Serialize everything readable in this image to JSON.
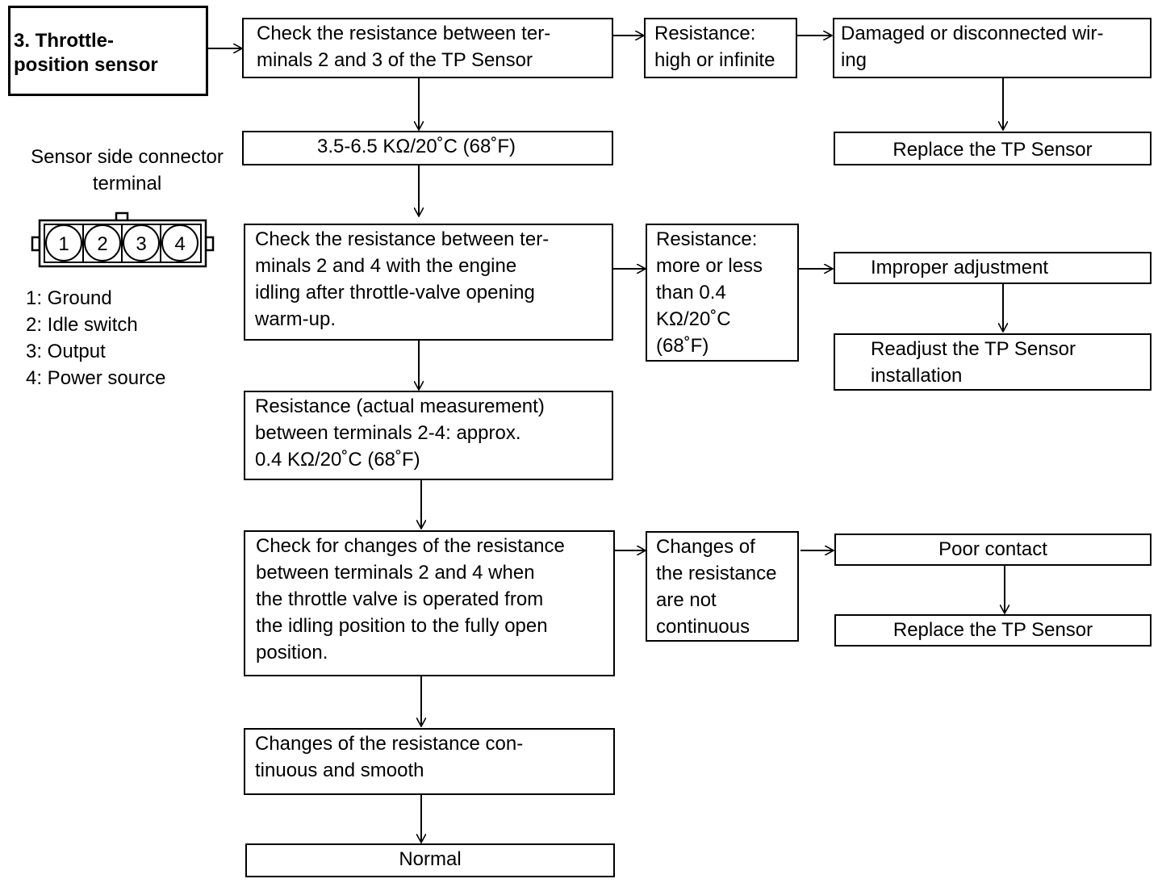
{
  "title": "3. Throttle-\nposition sensor",
  "connector": {
    "caption": "Sensor side connector\nterminal",
    "pins": [
      "1",
      "2",
      "3",
      "4"
    ],
    "legend": [
      "1: Ground",
      "2: Idle switch",
      "3: Output",
      "4: Power source"
    ]
  },
  "steps": {
    "check1": "Check the resistance between ter-\nminals 2 and 3 of the TP Sensor",
    "spec1": "3.5-6.5 KΩ/20˚C (68˚F)",
    "check2": "Check the resistance between ter-\nminals 2 and 4 with the engine\nidling after throttle-valve opening\nwarm-up.",
    "spec2": "Resistance (actual measurement)\nbetween terminals 2-4: approx.\n0.4 KΩ/20˚C (68˚F)",
    "check3": "Check for changes of the resistance\nbetween terminals 2 and 4 when\nthe throttle valve is operated from\nthe idling position to the fully open\nposition.",
    "ok3": "Changes of the resistance con-\ntinuous and smooth",
    "normal": "Normal"
  },
  "faults": {
    "cond1": "Resistance:\nhigh or infinite",
    "cause1": "Damaged or disconnected wir-\ning",
    "action1": "Replace the TP Sensor",
    "cond2": "Resistance:\nmore or less\nthan 0.4\nKΩ/20˚C\n(68˚F)",
    "cause2": "Improper adjustment",
    "action2": "Readjust the TP Sensor\ninstallation",
    "cond3": "Changes of\nthe resistance\nare not\ncontinuous",
    "cause3": "Poor contact",
    "action3": "Replace the TP Sensor"
  }
}
